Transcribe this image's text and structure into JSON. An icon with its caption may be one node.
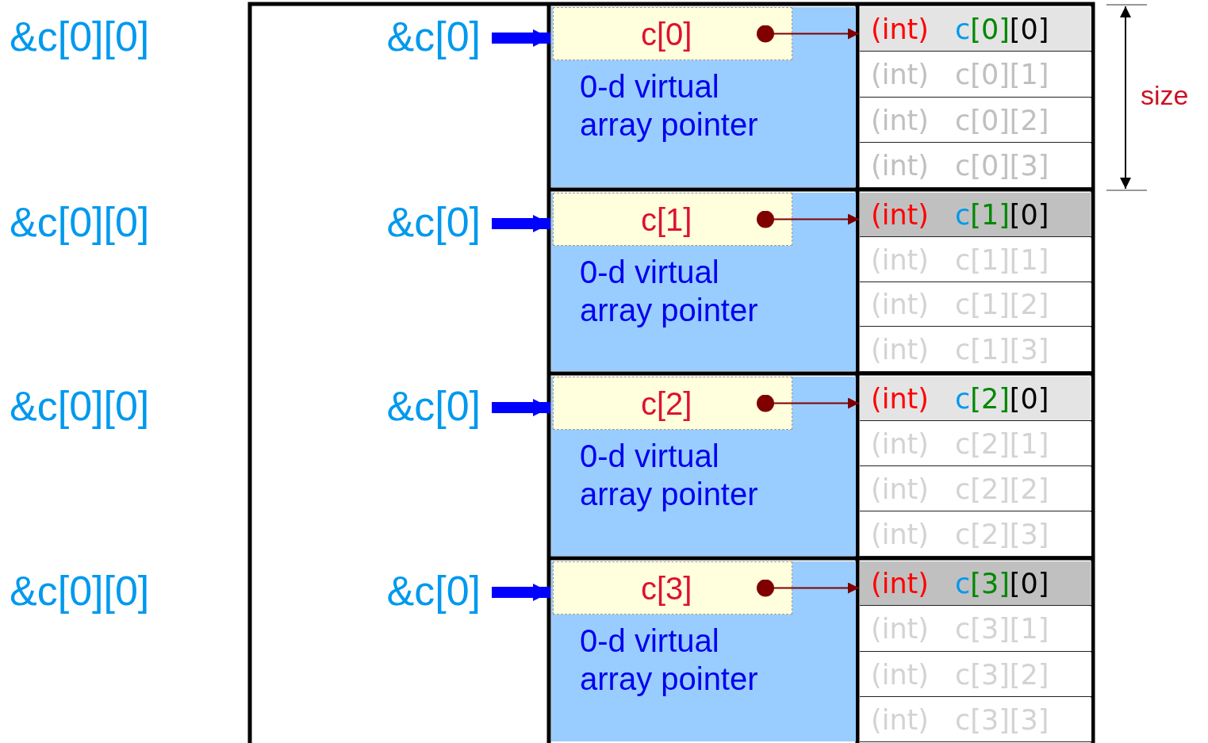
{
  "diagram": {
    "nodes": [
      {
        "text": [
          "&c[0]"
        ]
      },
      {
        "text": [
          "0-d virtual array pointer"
        ]
      },
      {
        "text": [
          "c[0]"
        ],
        "in": 1
      },
      {
        "text": [
          "(int)",
          "c[0][0]"
        ]
      },
      {
        "text": [
          "(int)",
          "c[0][1]"
        ]
      },
      {
        "text": [
          "(int)",
          "c[0][2]"
        ]
      },
      {
        "text": [
          "(int)",
          "c[0][3]"
        ]
      },
      {
        "text": [
          "&c[0]"
        ]
      },
      {
        "text": [
          "0-d virtual array pointer"
        ]
      },
      {
        "text": [
          "c[1]"
        ],
        "in": 8
      },
      {
        "text": [
          "(int)",
          "c[1][0]"
        ]
      },
      {
        "text": [
          "(int)",
          "c[1][1]"
        ]
      },
      {
        "text": [
          "(int)",
          "c[1][2]"
        ]
      },
      {
        "text": [
          "(int)",
          "c[1][3]"
        ]
      },
      {
        "text": [
          "&c[0]"
        ]
      },
      {
        "text": [
          "0-d virtual array pointer"
        ]
      },
      {
        "text": [
          "c[2]"
        ],
        "in": 15
      },
      {
        "text": [
          "(int)",
          "c[2][0]"
        ]
      },
      {
        "text": [
          "(int)",
          "c[2][1]"
        ]
      },
      {
        "text": [
          "(int)",
          "c[2][2]"
        ]
      },
      {
        "text": [
          "(int)",
          "c[2][3]"
        ]
      },
      {
        "text": [
          "&c[0]"
        ]
      },
      {
        "text": [
          "0-d virtual array pointer"
        ]
      },
      {
        "text": [
          "c[3]"
        ],
        "in": 22
      },
      {
        "text": [
          "(int)",
          "c[3][0]"
        ]
      },
      {
        "text": [
          "(int)",
          "c[3][1]"
        ]
      },
      {
        "text": [
          "(int)",
          "c[3][2]"
        ]
      },
      {
        "text": [
          "(int)",
          "c[3][3]"
        ]
      }
    ],
    "edges": [
      {
        "from": 0,
        "to": 1,
        "arrow": "to",
        "style": "thick",
        "color": "#0000ff"
      },
      {
        "from": 2,
        "to": 3,
        "arrow": "to",
        "color": "#800000"
      },
      {
        "from": 7,
        "to": 8,
        "arrow": "to",
        "style": "thick",
        "color": "#0000ff"
      },
      {
        "from": 9,
        "to": 10,
        "arrow": "to",
        "color": "#800000"
      },
      {
        "from": 14,
        "to": 15,
        "arrow": "to",
        "style": "thick",
        "color": "#0000ff"
      },
      {
        "from": 16,
        "to": 17,
        "arrow": "to",
        "color": "#800000"
      },
      {
        "from": 21,
        "to": 22,
        "arrow": "to",
        "style": "thick",
        "color": "#0000ff"
      },
      {
        "from": 23,
        "to": 24,
        "arrow": "to",
        "color": "#800000"
      }
    ],
    "labels": [
      "&c[0][0]",
      "size",
      "&c[0][0]",
      "&c[0][0]",
      "&c[0][0]"
    ]
  }
}
